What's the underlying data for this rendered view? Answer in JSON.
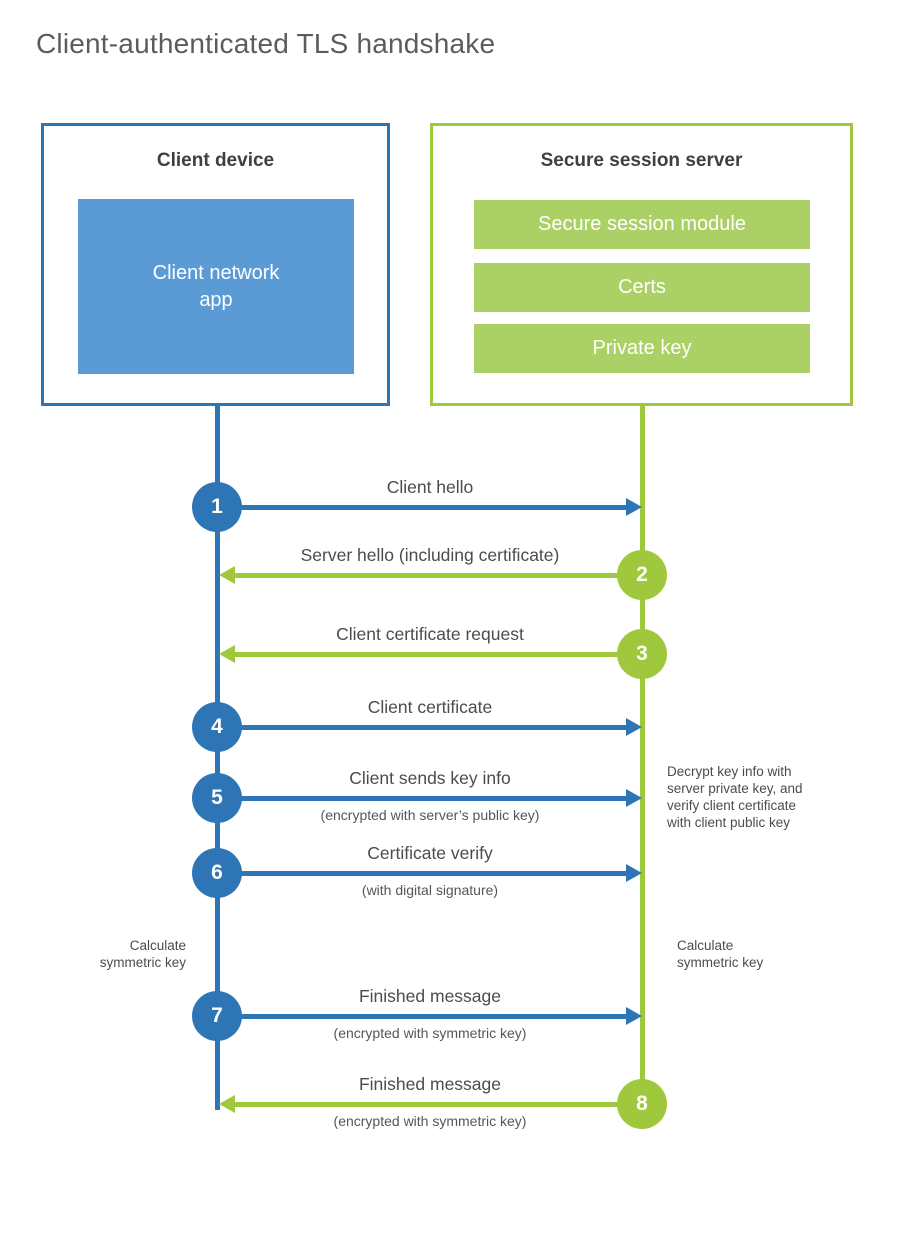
{
  "title": "Client-authenticated TLS handshake",
  "colors": {
    "blue": "#2E75B6",
    "blue_fill": "#5B9BD5",
    "green": "#A0C83C",
    "green_fill": "#ABD166"
  },
  "client": {
    "title": "Client device",
    "app_label": "Client network\napp"
  },
  "server": {
    "title": "Secure session server",
    "modules": [
      "Secure session module",
      "Certs",
      "Private key"
    ]
  },
  "steps": [
    {
      "num": "1",
      "color": "blue",
      "dir": "right",
      "label": "Client hello",
      "sub": ""
    },
    {
      "num": "2",
      "color": "green",
      "dir": "left",
      "label": "Server hello (including certificate)",
      "sub": ""
    },
    {
      "num": "3",
      "color": "green",
      "dir": "left",
      "label": "Client certificate request",
      "sub": ""
    },
    {
      "num": "4",
      "color": "blue",
      "dir": "right",
      "label": "Client certificate",
      "sub": ""
    },
    {
      "num": "5",
      "color": "blue",
      "dir": "right",
      "label": "Client sends key info",
      "sub": "(encrypted with server’s public key)"
    },
    {
      "num": "6",
      "color": "blue",
      "dir": "right",
      "label": "Certificate verify",
      "sub": "(with digital signature)"
    },
    {
      "num": "7",
      "color": "blue",
      "dir": "right",
      "label": "Finished message",
      "sub": "(encrypted with symmetric key)"
    },
    {
      "num": "8",
      "color": "green",
      "dir": "left",
      "label": "Finished message",
      "sub": "(encrypted with symmetric key)"
    }
  ],
  "annotations": {
    "decrypt": "Decrypt key info with\nserver private key, and\nverify client certificate\nwith client public key",
    "calc_left": "Calculate\nsymmetric key",
    "calc_right": "Calculate\nsymmetric key"
  }
}
